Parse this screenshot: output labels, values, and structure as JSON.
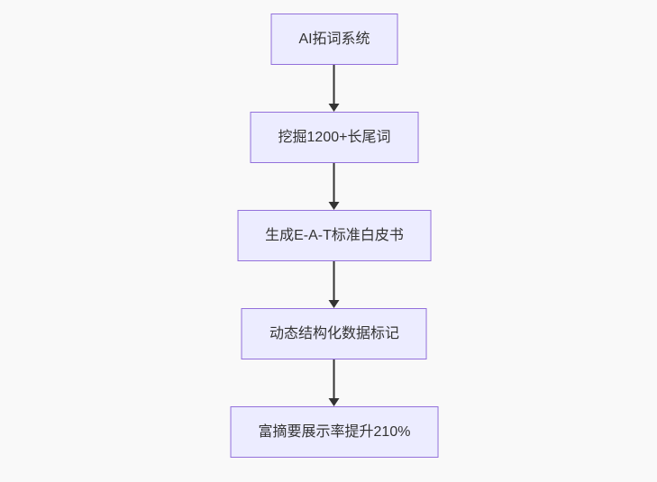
{
  "flowchart": {
    "background_color": "#f9f9f9",
    "node_fill_color": "#ececff",
    "node_border_color": "#9370db",
    "arrow_color": "#333333",
    "text_color": "#333333",
    "direction": "top-down",
    "nodes": [
      {
        "label": "AI拓词系统"
      },
      {
        "label": "挖掘1200+长尾词"
      },
      {
        "label": "生成E-A-T标准白皮书"
      },
      {
        "label": "动态结构化数据标记"
      },
      {
        "label": "富摘要展示率提升210%"
      }
    ],
    "edges": [
      {
        "from": 0,
        "to": 1
      },
      {
        "from": 1,
        "to": 2
      },
      {
        "from": 2,
        "to": 3
      },
      {
        "from": 3,
        "to": 4
      }
    ]
  }
}
